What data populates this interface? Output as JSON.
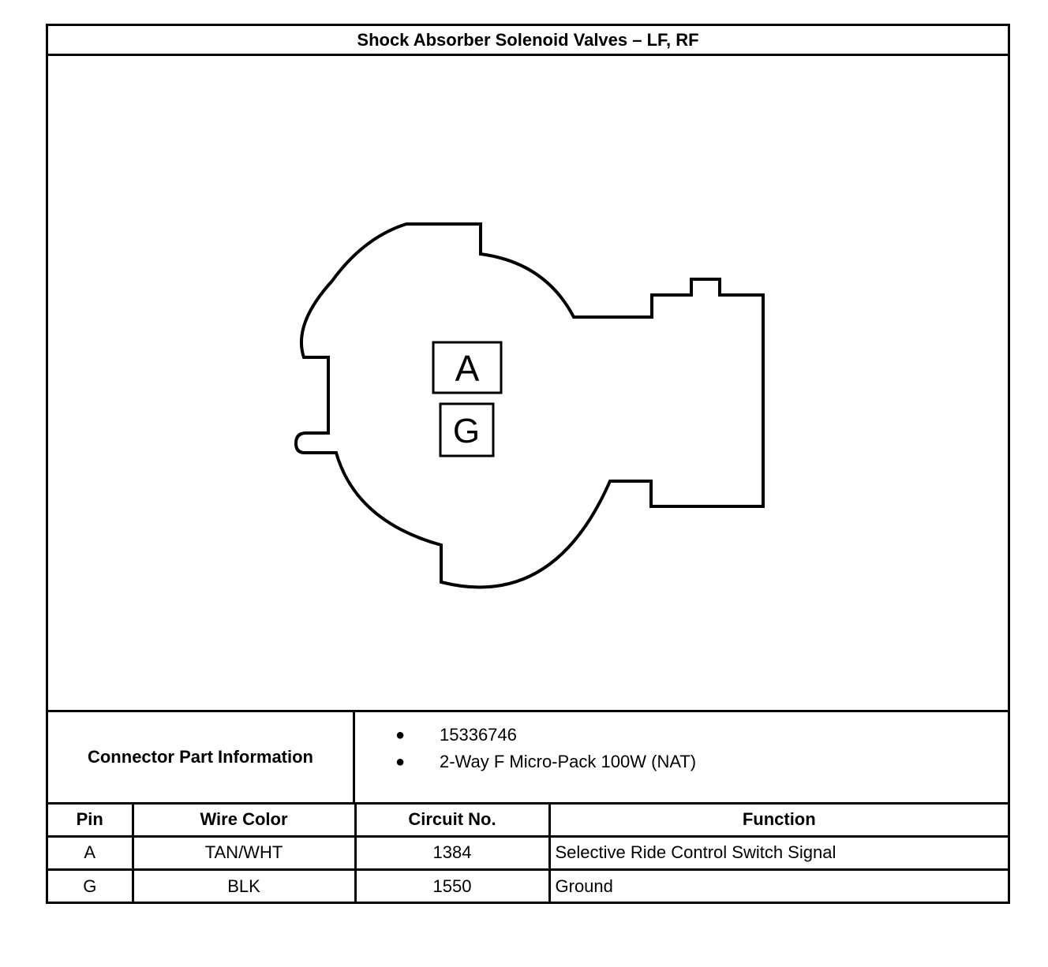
{
  "title": "Shock Absorber Solenoid Valves – LF, RF",
  "connector_face": {
    "pins": [
      {
        "label": "A"
      },
      {
        "label": "G"
      }
    ]
  },
  "connector_info": {
    "label": "Connector Part Information",
    "items": [
      "15336746",
      "2-Way F Micro-Pack 100W (NAT)"
    ]
  },
  "pin_table": {
    "headers": [
      "Pin",
      "Wire Color",
      "Circuit No.",
      "Function"
    ],
    "rows": [
      {
        "pin": "A",
        "wire_color": "TAN/WHT",
        "circuit": "1384",
        "function": "Selective Ride Control Switch Signal"
      },
      {
        "pin": "G",
        "wire_color": "BLK",
        "circuit": "1550",
        "function": "Ground"
      }
    ]
  }
}
